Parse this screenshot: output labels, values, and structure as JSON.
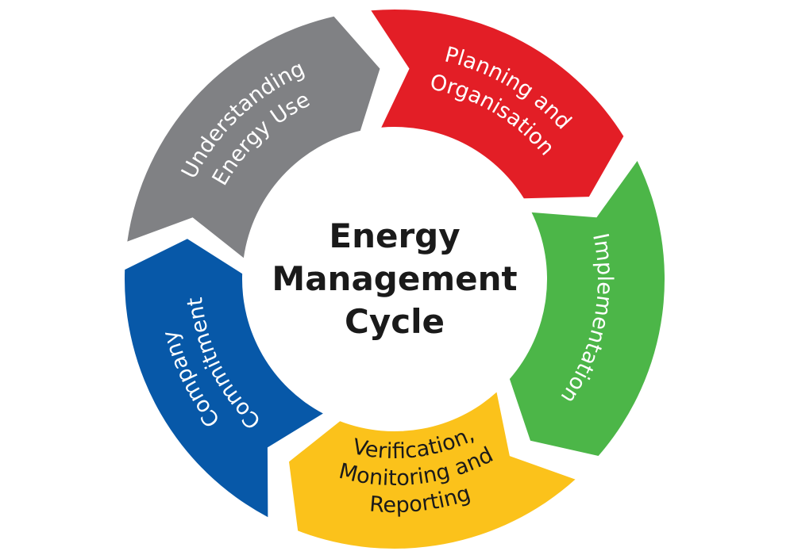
{
  "title": {
    "lines": [
      "Energy",
      "Management",
      "Cycle"
    ]
  },
  "stages": [
    {
      "id": "understanding",
      "lines": [
        "Understanding",
        "Energy Use"
      ],
      "color": "#808184",
      "text_color": "#ffffff"
    },
    {
      "id": "planning",
      "lines": [
        "Planning and",
        "Organisation"
      ],
      "color": "#e31e26",
      "text_color": "#ffffff"
    },
    {
      "id": "implementation",
      "lines": [
        "Implementation"
      ],
      "color": "#4cb648",
      "text_color": "#ffffff"
    },
    {
      "id": "verification",
      "lines": [
        "Verification,",
        "Monitoring and",
        "Reporting"
      ],
      "color": "#fbc21b",
      "text_color": "#1a1a1a"
    },
    {
      "id": "commitment",
      "lines": [
        "Company",
        "Commitment"
      ],
      "color": "#0758a8",
      "text_color": "#ffffff"
    }
  ]
}
